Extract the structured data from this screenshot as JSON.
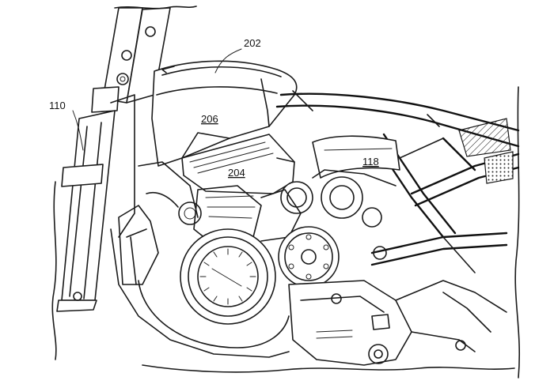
{
  "figure": {
    "reference_numerals": [
      {
        "id": "202",
        "text": "202",
        "underlined": false
      },
      {
        "id": "206",
        "text": "206",
        "underlined": true
      },
      {
        "id": "204",
        "text": "204",
        "underlined": true
      },
      {
        "id": "118",
        "text": "118",
        "underlined": true
      },
      {
        "id": "110",
        "text": "110",
        "underlined": false
      }
    ]
  },
  "colors": {
    "line": "#1a1a1a",
    "background": "#ffffff"
  }
}
